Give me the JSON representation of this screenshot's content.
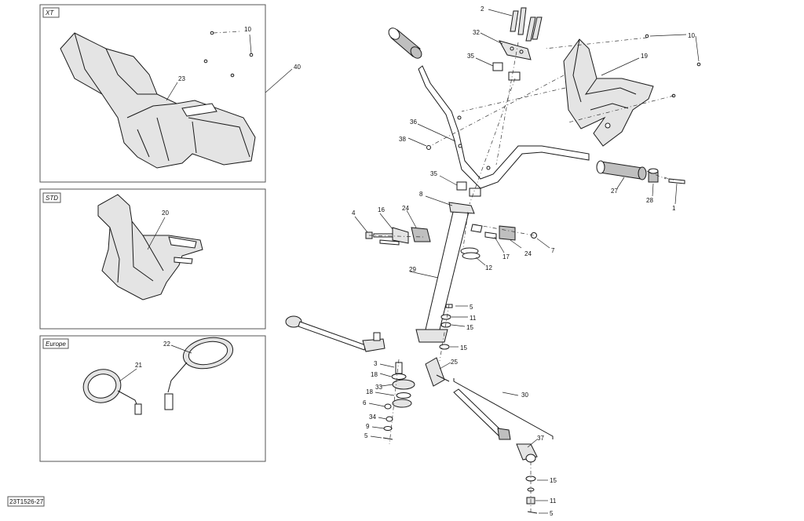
{
  "panels": {
    "xt": "XT",
    "std": "STD",
    "europe": "Europe"
  },
  "reference_code": "23T1526-27",
  "callouts": {
    "c2": "2",
    "c32": "32",
    "c35a": "35",
    "c10a": "10",
    "c19": "19",
    "c36": "36",
    "c38": "38",
    "c35b": "35",
    "c8": "8",
    "c27": "27",
    "c28": "28",
    "c1": "1",
    "c4": "4",
    "c16": "16",
    "c24a": "24",
    "c17": "17",
    "c24b": "24",
    "c7": "7",
    "c12": "12",
    "c29": "29",
    "c5a": "5",
    "c11a": "11",
    "c15a": "15",
    "c15b": "15",
    "c3": "3",
    "c25": "25",
    "c18a": "18",
    "c33": "33",
    "c18b": "18",
    "c6": "6",
    "c34": "34",
    "c9": "9",
    "c5b": "5",
    "c30": "30",
    "c37": "37",
    "c15c": "15",
    "c11b": "11",
    "c5c": "5",
    "c40": "40",
    "c10b": "10",
    "c23": "23",
    "c20": "20",
    "c21": "21",
    "c22": "22"
  }
}
